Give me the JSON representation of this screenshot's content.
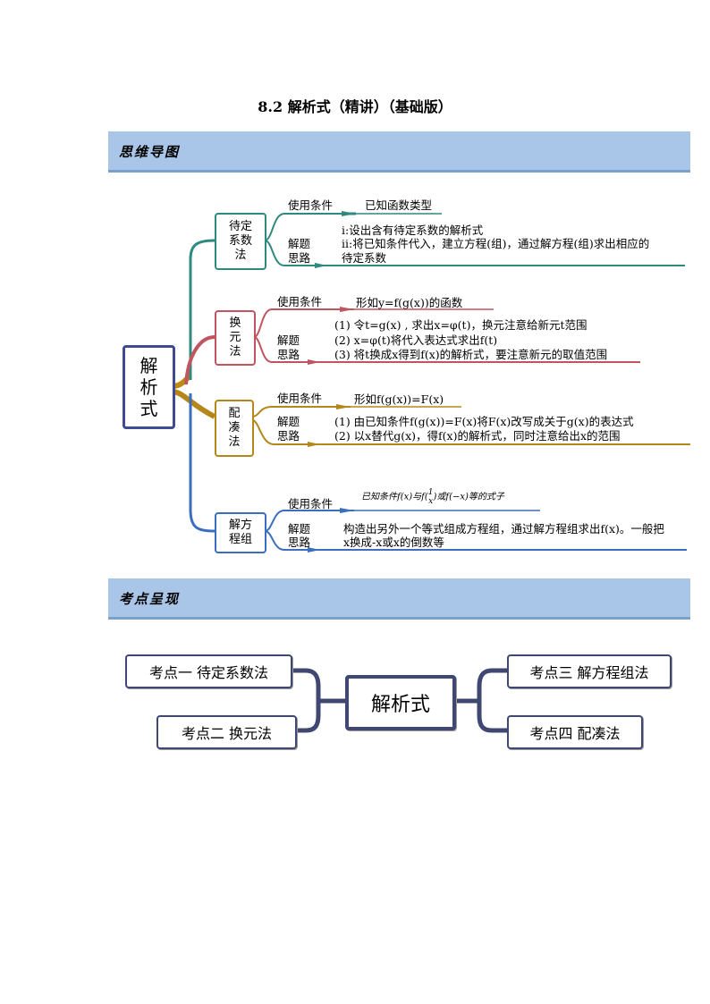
{
  "title": "8.2  解析式（精讲）（基础版）",
  "section1": "思维导图",
  "section2": "考点呈现",
  "mindmap": {
    "root": "解\n析\n式",
    "branches": [
      {
        "name": "待定\n系数\n法",
        "cond_label": "使用条件",
        "cond": "已知函数类型",
        "idea_label1": "解题",
        "idea_label2": "思路",
        "lines": [
          "i:设出含有待定系数的解析式",
          "ii:将已知条件代入，建立方程(组)，通过解方程(组)求出相应的",
          "待定系数"
        ]
      },
      {
        "name": "换\n元\n法",
        "cond_label": "使用条件",
        "cond": "形如y=f(g(x))的函数",
        "idea_label1": "解题",
        "idea_label2": "思路",
        "lines": [
          "(1) 令t=g(x) ,  求出x=φ(t)，换元注意给新元t范围",
          "(2) x=φ(t)将代入表达式求出f(t)",
          "(3) 将t换成x得到f(x)的解析式，要注意新元的取值范围"
        ]
      },
      {
        "name": "配\n凑\n法",
        "cond_label": "使用条件",
        "cond": "形如f(g(x))=F(x)",
        "idea_label1": "解题",
        "idea_label2": "思路",
        "lines": [
          "(1) 由已知条件f(g(x))=F(x)将F(x)改写成关于g(x)的表达式",
          "(2) 以x替代g(x)，得f(x)的解析式，同时注意给出x的范围"
        ]
      },
      {
        "name": "解方\n程组",
        "cond_label": "使用条件",
        "cond_a": "已知条件f(x)与f(",
        "cond_num": "1",
        "cond_den": "x",
        "cond_b": ")或f(−x)等的式子",
        "idea_label1": "解题",
        "idea_label2": "思路",
        "lines": [
          "构造出另外一个等式组成方程组，通过解方程组求出f(x)。一般把",
          "x换成-x或x的倒数等"
        ]
      }
    ]
  },
  "kaodian": {
    "center": "解析式",
    "items": [
      "考点一  待定系数法",
      "考点二  换元法",
      "考点三  解方程组法",
      "考点四  配凑法"
    ]
  }
}
